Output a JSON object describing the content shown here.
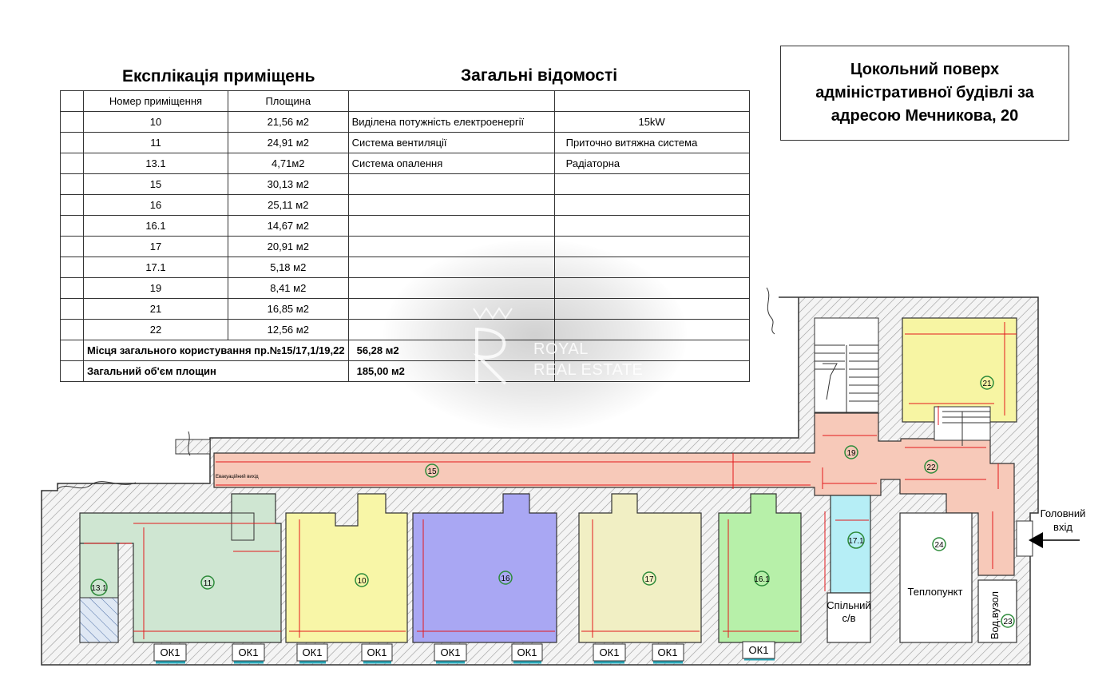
{
  "headings": {
    "explication": "Експлікація приміщень",
    "general": "Загальні відомості"
  },
  "table": {
    "col_room": "Номер приміщення",
    "col_area": "Площина",
    "rows": [
      {
        "room": "10",
        "area": "21,56 м2",
        "info_label": "Виділена потужність електроенергії",
        "info_value": "15kW"
      },
      {
        "room": "11",
        "area": "24,91 м2",
        "info_label": "Система  вентиляції",
        "info_value": "Приточно витяжна система"
      },
      {
        "room": "13.1",
        "area": "4,71м2",
        "info_label": "Система опалення",
        "info_value": "Радіаторна"
      },
      {
        "room": "15",
        "area": "30,13 м2",
        "info_label": "",
        "info_value": ""
      },
      {
        "room": "16",
        "area": "25,11 м2",
        "info_label": "",
        "info_value": ""
      },
      {
        "room": "16.1",
        "area": "14,67 м2",
        "info_label": "",
        "info_value": ""
      },
      {
        "room": "17",
        "area": "20,91 м2",
        "info_label": "",
        "info_value": ""
      },
      {
        "room": "17.1",
        "area": "5,18 м2",
        "info_label": "",
        "info_value": ""
      },
      {
        "room": "19",
        "area": "8,41 м2",
        "info_label": "",
        "info_value": ""
      },
      {
        "room": "21",
        "area": "16,85 м2",
        "info_label": "",
        "info_value": ""
      },
      {
        "room": "22",
        "area": "12,56 м2",
        "info_label": "",
        "info_value": ""
      }
    ],
    "common_label": "Місця загального користування пр.№15/17,1/19,22",
    "common_value": "56,28 м2",
    "total_label": "Загальний об'єм площин",
    "total_value": "185,00 м2"
  },
  "title_box": {
    "line1": "Цокольний поверх",
    "line2": "адміністративної будівлі за",
    "line3": "адресою Мечникова, 20"
  },
  "watermark": {
    "line1": "ROYAL",
    "line2": "REAL ESTATE"
  },
  "plan": {
    "room_numbers": {
      "r11": "11",
      "r10": "10",
      "r16": "16",
      "r17": "17",
      "r161": "16.1",
      "r131": "13.1",
      "r15": "15",
      "r19": "19",
      "r21": "21",
      "r22": "22",
      "r171": "17.1",
      "r24": "24",
      "r23": "23"
    },
    "windows": [
      "ОК1",
      "ОК1",
      "ОК1",
      "ОК1",
      "ОК1",
      "ОК1",
      "ОК1",
      "ОК1",
      "ОК1"
    ],
    "wc_label_1": "Спільний",
    "wc_label_2": "с/в",
    "heat_label": "Теплопункт",
    "water_label": "Вод.вузол",
    "entrance_1": "Головний",
    "entrance_2": "вхід",
    "evac_label": "Евакуаційний вихід"
  },
  "colors": {
    "corridor": "#f7c9b9",
    "room11": "#cfe6d2",
    "room10": "#f8f6a7",
    "room16": "#a9a7f3",
    "room17": "#f1efc4",
    "room161": "#b7f0a9",
    "room171": "#b6eef6",
    "room21": "#f7f5a3",
    "dims": "#e3191c",
    "wall_hatch": "#b9b9b9"
  }
}
